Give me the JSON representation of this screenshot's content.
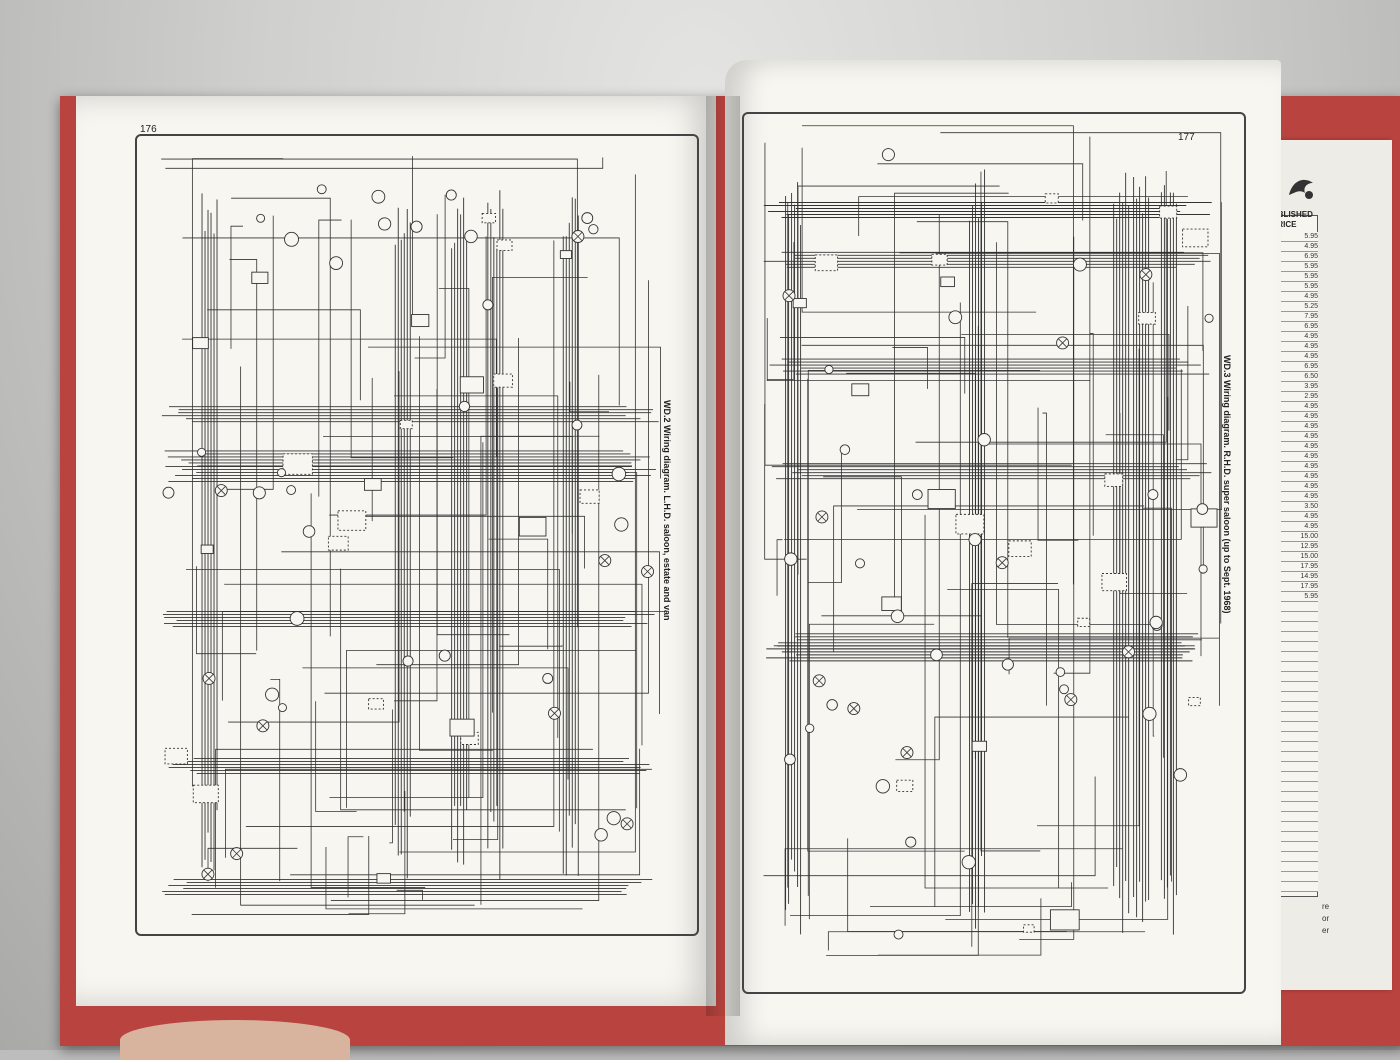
{
  "left_page": {
    "page_number": "176",
    "caption": "WD.2 Wiring diagram. L.H.D. saloon, estate and van"
  },
  "right_page": {
    "page_number": "177",
    "caption": "WD.3 Wiring diagram. R.H.D. super saloon (up to Sept. 1968)"
  },
  "insert": {
    "header_line1": "UBLISHED",
    "header_line2": "PRICE",
    "prices": [
      "5.95",
      "4.95",
      "6.95",
      "5.95",
      "5.95",
      "5.95",
      "4.95",
      "5.25",
      "7.95",
      "6.95",
      "4.95",
      "4.95",
      "4.95",
      "6.95",
      "6.50",
      "3.95",
      "2.95",
      "4.95",
      "4.95",
      "4.95",
      "4.95",
      "4.95",
      "4.95",
      "4.95",
      "4.95",
      "4.95",
      "4.95",
      "3.50",
      "4.95",
      "4.95",
      "15.00",
      "12.95",
      "15.00",
      "17.95",
      "14.95",
      "17.95",
      "5.95"
    ],
    "tail_text": [
      "re",
      "or",
      "er"
    ]
  },
  "colors": {
    "cover": "#b8433f",
    "paper": "#f7f6f1",
    "ink": "#333333"
  }
}
